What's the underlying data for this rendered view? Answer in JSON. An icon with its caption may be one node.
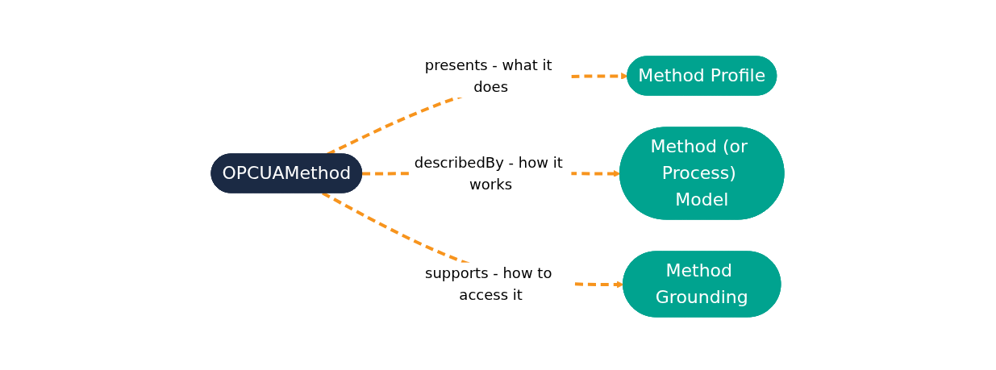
{
  "diagram": {
    "nodes": [
      {
        "text": [
          "Method Profile"
        ]
      },
      {
        "text": [
          "Method (or Process) Model"
        ]
      },
      {
        "text": [
          "OPCUAMethod"
        ]
      },
      {
        "text": [
          "Method Grounding"
        ]
      }
    ],
    "edges": [
      {
        "from": 2,
        "to": 0,
        "arrow": "to",
        "label": "presents - what it does",
        "style": "dashed"
      },
      {
        "from": 2,
        "to": 1,
        "arrow": "to",
        "label": "describedBy - how it works",
        "style": "dashed"
      },
      {
        "from": 2,
        "to": 3,
        "arrow": "to",
        "label": "supports - how to access it",
        "style": "dashed"
      }
    ]
  }
}
